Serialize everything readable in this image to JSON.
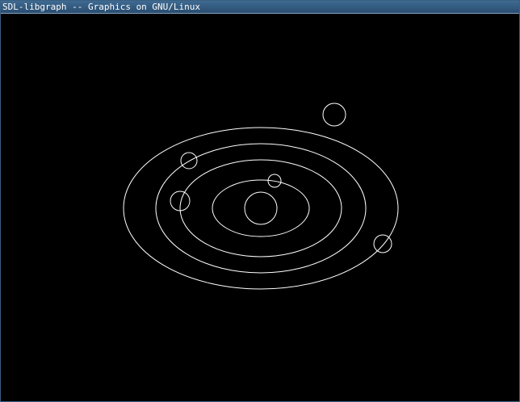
{
  "window": {
    "title": "SDL-libgraph -- Graphics on GNU/Linux"
  },
  "scene": {
    "background_color": "#000000",
    "stroke_color": "#ffffff",
    "shapes": [
      {
        "kind": "orbit",
        "name": "orbit-outer"
      },
      {
        "kind": "orbit",
        "name": "orbit-third"
      },
      {
        "kind": "orbit",
        "name": "orbit-second"
      },
      {
        "kind": "orbit",
        "name": "orbit-inner"
      },
      {
        "kind": "body",
        "name": "sun-circle"
      },
      {
        "kind": "body",
        "name": "planet-inner-circle"
      },
      {
        "kind": "body",
        "name": "planet-second-circle"
      },
      {
        "kind": "body",
        "name": "planet-third-circle"
      },
      {
        "kind": "body",
        "name": "planet-outer-circle"
      },
      {
        "kind": "body",
        "name": "moon-circle"
      }
    ]
  }
}
